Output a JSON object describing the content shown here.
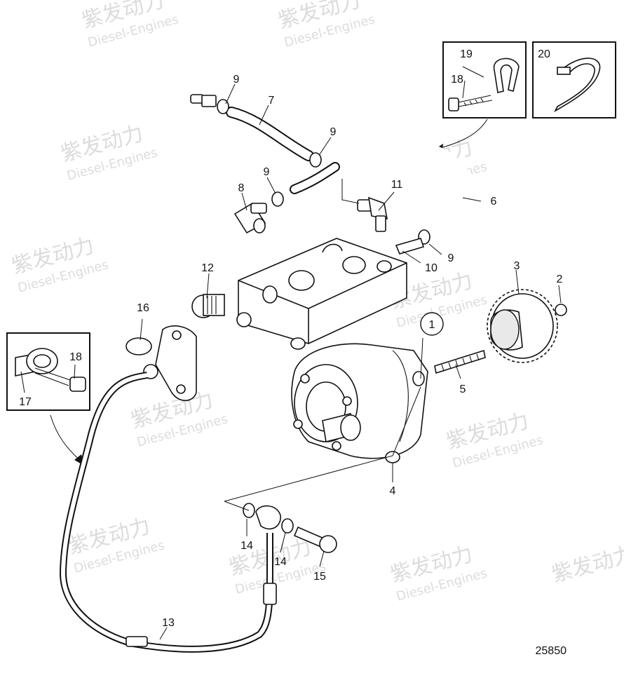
{
  "watermark": {
    "logo_text": "紫发动力",
    "sub_text": "Diesel-Engines",
    "color": "#dcdcdc"
  },
  "drawing_number": "25850",
  "callouts": {
    "c1": "1",
    "c2": "2",
    "c3": "3",
    "c4": "4",
    "c5": "5",
    "c6": "6",
    "c7": "7",
    "c8": "8",
    "c9a": "9",
    "c9b": "9",
    "c9c": "9",
    "c9d": "9",
    "c10": "10",
    "c11": "11",
    "c12": "12",
    "c13": "13",
    "c14a": "14",
    "c14b": "14",
    "c15": "15",
    "c16": "16",
    "c17": "17",
    "c18a": "18",
    "c18b": "18",
    "c19": "19",
    "c20": "20"
  }
}
